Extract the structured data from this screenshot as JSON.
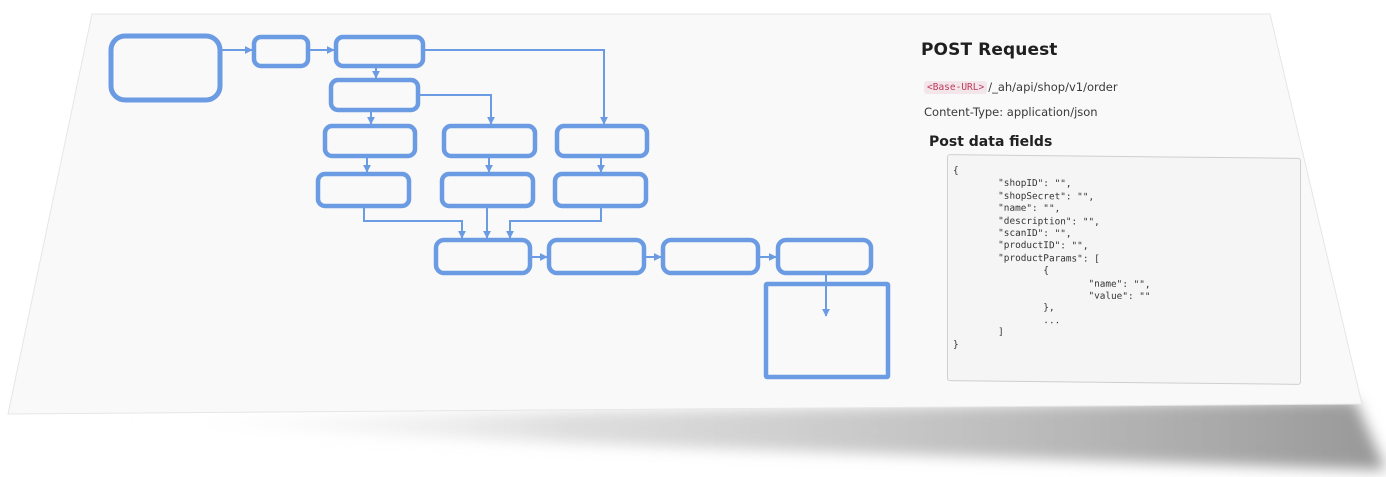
{
  "request": {
    "title": "POST Request",
    "base_url_tag": "<Base-URL>",
    "path": "/_ah/api/shop/v1/order",
    "content_type": "Content-Type: application/json",
    "fields_title": "Post data fields",
    "code_lines": [
      "{",
      "        \"shopID\": \"\",",
      "        \"shopSecret\": \"\",",
      "        \"name\": \"\",",
      "        \"description\": \"\",",
      "        \"scanID\": \"\",",
      "        \"productID\": \"\",",
      "        \"productParams\": [",
      "                {",
      "                        \"name\": \"\",",
      "                        \"value\": \"\"",
      "                },",
      "                ...",
      "        ]",
      "}"
    ]
  },
  "colors": {
    "diagram_stroke": "#6b9be3",
    "sheet": "#f9f9f9",
    "sheet_edge": "#e2e2e2",
    "shadow": "#b9b9b9",
    "code_background": "#f5f5f5",
    "url_tag_text": "#c0395b"
  }
}
